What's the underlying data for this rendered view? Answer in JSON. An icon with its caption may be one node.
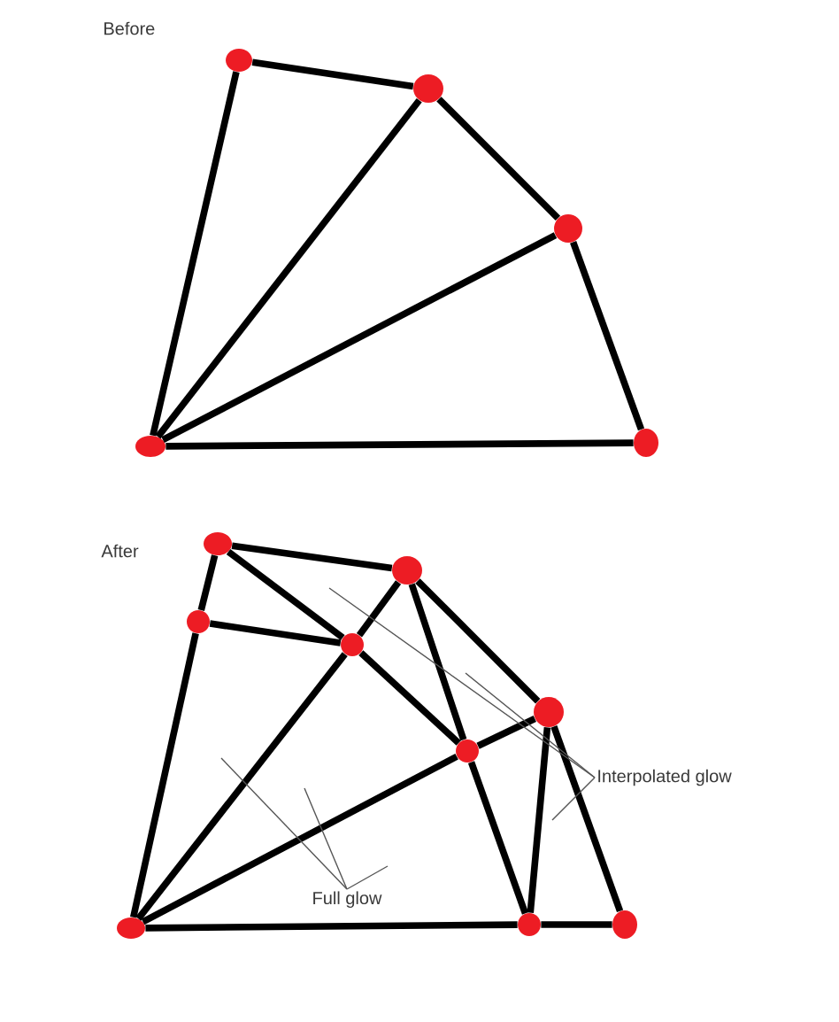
{
  "diagram": {
    "nodes": [
      {
        "text": [],
        "shape": "circle"
      },
      {
        "text": [],
        "shape": "circle"
      },
      {
        "text": [],
        "shape": "circle"
      },
      {
        "text": [],
        "shape": "circle"
      },
      {
        "text": [],
        "shape": "circle"
      },
      {
        "text": [],
        "shape": "circle"
      },
      {
        "text": [],
        "shape": "circle"
      },
      {
        "text": [],
        "shape": "circle"
      },
      {
        "text": [],
        "shape": "circle"
      },
      {
        "text": [],
        "shape": "circle"
      },
      {
        "text": [],
        "shape": "circle"
      },
      {
        "text": [],
        "shape": "circle"
      },
      {
        "text": [],
        "shape": "circle"
      },
      {
        "text": [],
        "shape": "circle"
      },
      {
        "text": [
          "Interpolated glow"
        ]
      },
      {
        "text": [
          "Full glow"
        ]
      }
    ],
    "edges": [
      {
        "from": 0,
        "to": 1,
        "arrow": "none"
      },
      {
        "from": 0,
        "to": 3,
        "arrow": "none"
      },
      {
        "from": 1,
        "to": 2,
        "arrow": "none"
      },
      {
        "from": 1,
        "to": 3,
        "arrow": "none"
      },
      {
        "from": 2,
        "to": 4,
        "arrow": "none"
      },
      {
        "from": 2,
        "to": 3,
        "arrow": "none"
      },
      {
        "from": 3,
        "to": 4,
        "arrow": "none"
      },
      {
        "from": 5,
        "to": 6,
        "arrow": "none"
      },
      {
        "from": 5,
        "to": 7,
        "arrow": "none"
      },
      {
        "from": 5,
        "to": 8,
        "arrow": "none"
      },
      {
        "from": 6,
        "to": 8,
        "arrow": "none"
      },
      {
        "from": 6,
        "to": 10,
        "arrow": "none"
      },
      {
        "from": 6,
        "to": 9,
        "arrow": "none"
      },
      {
        "from": 7,
        "to": 8,
        "arrow": "none"
      },
      {
        "from": 7,
        "to": 11,
        "arrow": "none"
      },
      {
        "from": 8,
        "to": 11,
        "arrow": "none"
      },
      {
        "from": 8,
        "to": 10,
        "arrow": "none"
      },
      {
        "from": 9,
        "to": 10,
        "arrow": "none"
      },
      {
        "from": 9,
        "to": 12,
        "arrow": "none"
      },
      {
        "from": 9,
        "to": 13,
        "arrow": "none"
      },
      {
        "from": 10,
        "to": 11,
        "arrow": "none"
      },
      {
        "from": 10,
        "to": 12,
        "arrow": "none"
      },
      {
        "from": 11,
        "to": 12,
        "arrow": "none"
      },
      {
        "from": 12,
        "to": 13,
        "arrow": "none"
      },
      {
        "from": 14,
        "to": null,
        "arrow": "none",
        "color": "#555555"
      },
      {
        "from": 14,
        "to": null,
        "arrow": "none",
        "color": "#555555"
      },
      {
        "from": 14,
        "to": null,
        "arrow": "none",
        "color": "#555555"
      },
      {
        "from": 15,
        "to": null,
        "arrow": "none",
        "color": "#555555"
      },
      {
        "from": 15,
        "to": null,
        "arrow": "none",
        "color": "#555555"
      },
      {
        "from": 15,
        "to": null,
        "arrow": "none",
        "color": "#555555"
      }
    ],
    "labels": [
      "Before",
      "After"
    ]
  }
}
